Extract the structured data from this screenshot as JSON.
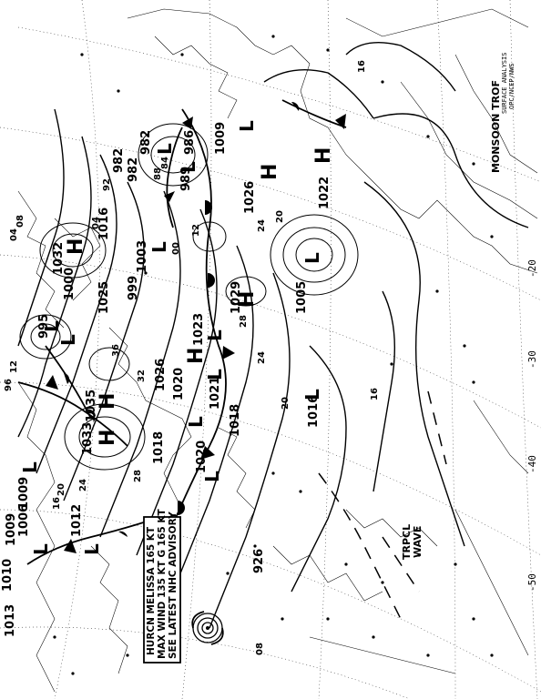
{
  "map": {
    "highs": [
      "H",
      "H",
      "H",
      "H",
      "H",
      "H",
      "H"
    ],
    "lows": [
      "L",
      "L",
      "L",
      "L",
      "L",
      "L",
      "L",
      "L",
      "L",
      "L",
      "L",
      "L",
      "L",
      "L",
      "L"
    ],
    "central_pressures": [
      "1032",
      "1035",
      "1033",
      "1029",
      "1026",
      "1026",
      "1025",
      "1023",
      "1022",
      "1021",
      "1020",
      "1020",
      "1018",
      "1018",
      "1016",
      "1016",
      "1013",
      "1012",
      "1010",
      "1009",
      "1009",
      "1009",
      "1006",
      "1005",
      "1003",
      "1000",
      "999",
      "995",
      "989",
      "986",
      "982",
      "982",
      "982",
      "926"
    ],
    "isobar_labels": [
      "04",
      "08",
      "12",
      "16",
      "20",
      "24",
      "28",
      "32",
      "36",
      "24",
      "20",
      "16",
      "12",
      "08",
      "04",
      "00",
      "96",
      "92",
      "88",
      "84",
      "16",
      "20",
      "24",
      "28"
    ],
    "longitudes": [
      "-20",
      "-30",
      "-40",
      "-50"
    ],
    "annotations": {
      "monsoon": "MONSOON TROF",
      "tropical_wave_1": "TRPCL",
      "tropical_wave_2": "WAVE",
      "advisory_1": "HURCN MELISSA 165 KT",
      "advisory_2": "MAX WIND 135 KT G 165 KT",
      "advisory_3": "SEE LATEST NHC ADVISORY",
      "header_1": "SURFACE ANALYSIS",
      "header_2": "OPC/NCEP/NWS"
    },
    "hurricane_symbol": "hurricane-symbol"
  }
}
